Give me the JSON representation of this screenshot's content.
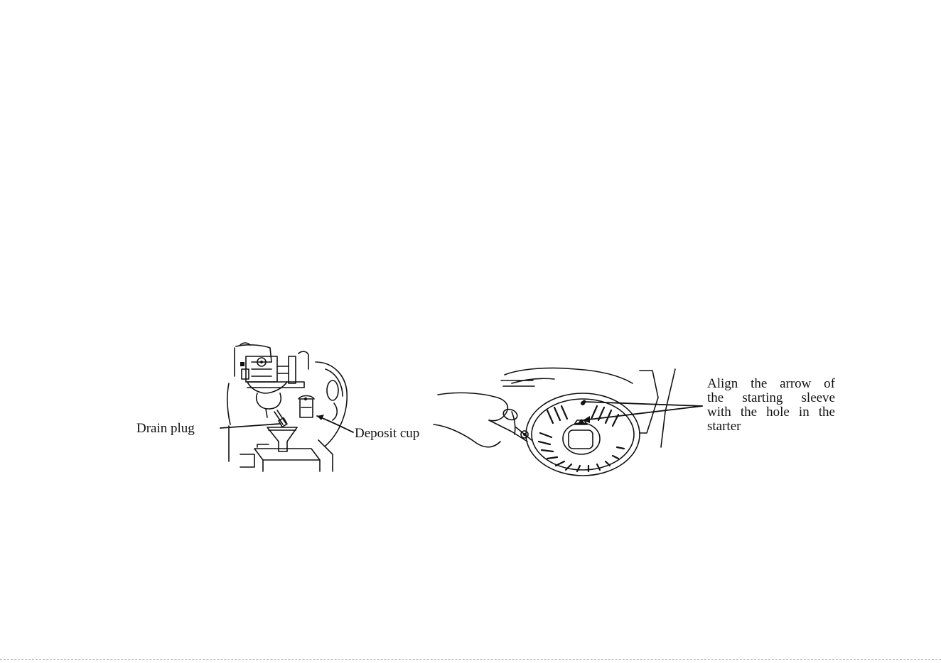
{
  "left_figure": {
    "labels": {
      "drain_plug": "Drain plug",
      "deposit_cup": "Deposit cup"
    }
  },
  "right_figure": {
    "caption_lines": [
      "Align the arrow of",
      "the starting sleeve",
      "with the hole in the",
      "starter"
    ]
  },
  "colors": {
    "ink": "#111111",
    "background": "#ffffff"
  }
}
